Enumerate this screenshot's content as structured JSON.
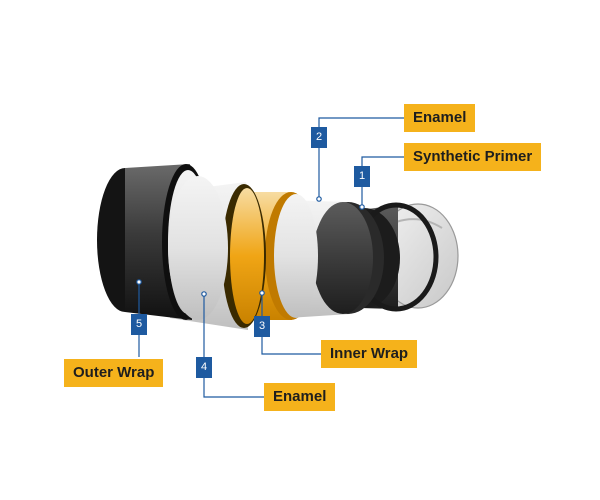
{
  "diagram": {
    "layers": [
      {
        "number": "1",
        "name": "Synthetic Primer"
      },
      {
        "number": "2",
        "name": "Enamel"
      },
      {
        "number": "3",
        "name": "Inner Wrap"
      },
      {
        "number": "4",
        "name": "Enamel"
      },
      {
        "number": "5",
        "name": "Outer Wrap"
      }
    ],
    "colors": {
      "label_background": "#f5b21b",
      "badge_background": "#1e5aa0",
      "leader_line": "#1e5aa0",
      "outer_wrap": "#3a3a3a",
      "enamel": "#e6e6e6",
      "inner_wrap": "#f0a515",
      "primer": "#4a4a4a",
      "pipe_steel": "#dcdcdc"
    }
  }
}
